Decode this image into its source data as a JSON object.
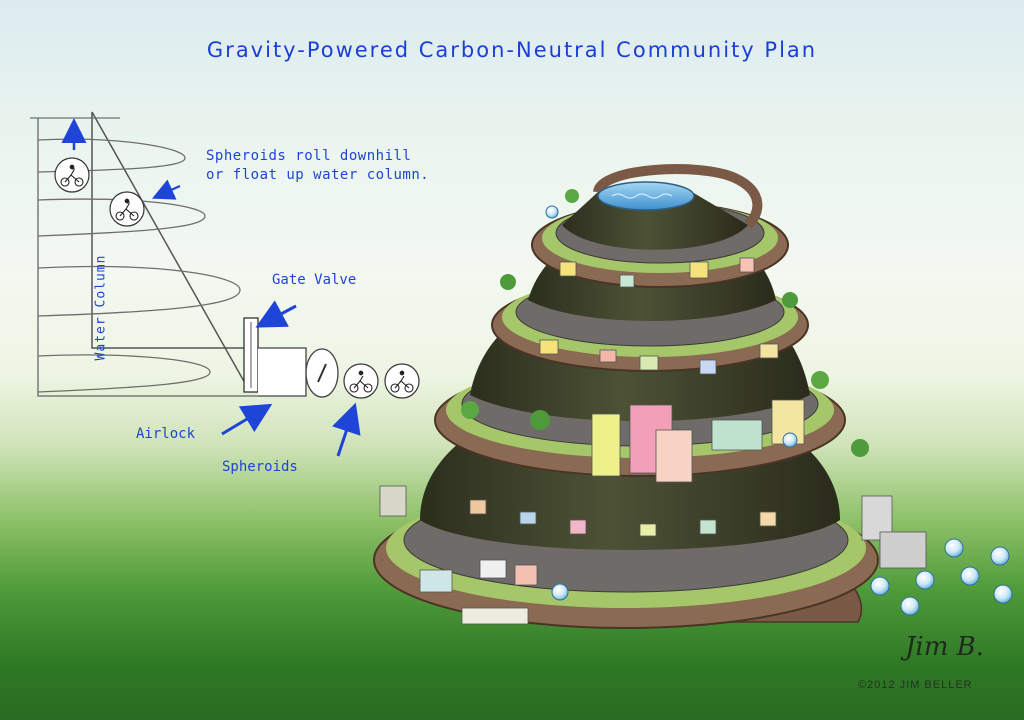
{
  "title": "Gravity-Powered Carbon-Neutral Community Plan",
  "labels": {
    "spheroid_note_line1": "Spheroids roll downhill",
    "spheroid_note_line2": "or float up water column.",
    "water_column": "Water Column",
    "gate_valve": "Gate Valve",
    "airlock": "Airlock",
    "spheroids": "Spheroids"
  },
  "credits": {
    "signature": "Jim B.",
    "copyright": "©2012 JIM BELLER"
  },
  "colors": {
    "label_blue": "#1f44d8",
    "road_brown": "#7a5a46",
    "mound_dark": "#3d3f2a",
    "grass": "#7fb24a",
    "water": "#5aa7d8"
  },
  "icons": [
    "bicycle-icon",
    "arrow-icon",
    "water-pool-icon",
    "house-icon",
    "tree-icon"
  ]
}
